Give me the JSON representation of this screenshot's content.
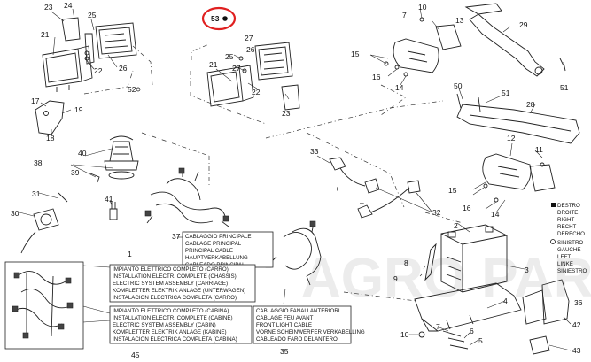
{
  "watermark": "AGRO PARTS",
  "highlight": {
    "number": "53",
    "ring_color": "#e02020"
  },
  "callouts": [
    {
      "id": "c23a",
      "text": "23"
    },
    {
      "id": "c24",
      "text": "24"
    },
    {
      "id": "c25a",
      "text": "25"
    },
    {
      "id": "c21a",
      "text": "21"
    },
    {
      "id": "c22a",
      "text": "22"
    },
    {
      "id": "c26a",
      "text": "26"
    },
    {
      "id": "c52",
      "text": "52"
    },
    {
      "id": "c17",
      "text": "17"
    },
    {
      "id": "c19",
      "text": "19"
    },
    {
      "id": "c18",
      "text": "18"
    },
    {
      "id": "c27a",
      "text": "27"
    },
    {
      "id": "c25b",
      "text": "25"
    },
    {
      "id": "c21b",
      "text": "21"
    },
    {
      "id": "c22b",
      "text": "22"
    },
    {
      "id": "c23b",
      "text": "23"
    },
    {
      "id": "c7a",
      "text": "7"
    },
    {
      "id": "c10a",
      "text": "10"
    },
    {
      "id": "c13",
      "text": "13"
    },
    {
      "id": "c29",
      "text": "29"
    },
    {
      "id": "c15a",
      "text": "15"
    },
    {
      "id": "c16a",
      "text": "16"
    },
    {
      "id": "c14a",
      "text": "14"
    },
    {
      "id": "c50",
      "text": "50"
    },
    {
      "id": "c51a",
      "text": "51"
    },
    {
      "id": "c51b",
      "text": "51"
    },
    {
      "id": "c28",
      "text": "28"
    },
    {
      "id": "c40",
      "text": "40"
    },
    {
      "id": "c38",
      "text": "38"
    },
    {
      "id": "c39",
      "text": "39"
    },
    {
      "id": "c33",
      "text": "33"
    },
    {
      "id": "c12",
      "text": "12"
    },
    {
      "id": "c11",
      "text": "11"
    },
    {
      "id": "c15b",
      "text": "15"
    },
    {
      "id": "c16b",
      "text": "16"
    },
    {
      "id": "c14b",
      "text": "14"
    },
    {
      "id": "c31",
      "text": "31"
    },
    {
      "id": "c41",
      "text": "41"
    },
    {
      "id": "c30",
      "text": "30"
    },
    {
      "id": "c32",
      "text": "32"
    },
    {
      "id": "c37",
      "text": "37"
    },
    {
      "id": "c2",
      "text": "2"
    },
    {
      "id": "c1",
      "text": "1"
    },
    {
      "id": "c8",
      "text": "8"
    },
    {
      "id": "c3",
      "text": "3"
    },
    {
      "id": "c9",
      "text": "9"
    },
    {
      "id": "c4",
      "text": "4"
    },
    {
      "id": "c36",
      "text": "36"
    },
    {
      "id": "c7b",
      "text": "7"
    },
    {
      "id": "c6",
      "text": "6"
    },
    {
      "id": "c5",
      "text": "5"
    },
    {
      "id": "c10b",
      "text": "10"
    },
    {
      "id": "c42",
      "text": "42"
    },
    {
      "id": "c43",
      "text": "43"
    },
    {
      "id": "c45",
      "text": "45"
    },
    {
      "id": "c35",
      "text": "35"
    },
    {
      "id": "c26b",
      "text": "26"
    },
    {
      "id": "c27b",
      "text": "27"
    }
  ],
  "legend_right": {
    "lines": [
      "DESTRO",
      "DROITE",
      "RIGHT",
      "RECHT",
      "DERECHO"
    ]
  },
  "legend_left": {
    "lines": [
      "SINISTRO",
      "GAUCHE",
      "LEFT",
      "LINKE",
      "SINIESTRO"
    ]
  },
  "label_main_cable": {
    "lines": [
      "CABLAGGIO PRINCIPALE",
      "CABLAGE PRINCIPAL",
      "PRINCIPAL CABLE",
      "HAUPTVERKABELLUNG",
      "CABLEADO PRINCIPAL"
    ]
  },
  "label_system_carro": {
    "lines": [
      "IMPIANTO ELETTRICO COMPLETO (CARRO)",
      "INSTALLATION ELECTR. COMPLETE (CHASSIS)",
      "ELECTRIC SYSTEM ASSEMBLY (CARRIAGE)",
      "KOMPLETTER ELEKTRIK ANLAGE (UNTERWAGEN)",
      "INSTALACION ELECTRICA COMPLETA (CARRO)"
    ]
  },
  "label_system_cabina": {
    "lines": [
      "IMPIANTO ELETTRICO COMPLETO (CABINA)",
      "INSTALLATION ELECTR. COMPLETE (CABINE)",
      "ELECTRIC SYSTEM ASSEMBLY (CABIN)",
      "KOMPLETTER ELEKTRIK ANLAGE (KABINE)",
      "INSTALACION ELECTRICA COMPLETA (CABINA)"
    ]
  },
  "label_front_lights": {
    "lines": [
      "CABLAGGIO FANALI ANTERIORI",
      "CABLAGE FEU AVANT",
      "FRONT LIGHT CABLE",
      "VORNE SCHEINWERFER VERKABELLING",
      "CABLEADO FARO DELANTERO"
    ]
  }
}
